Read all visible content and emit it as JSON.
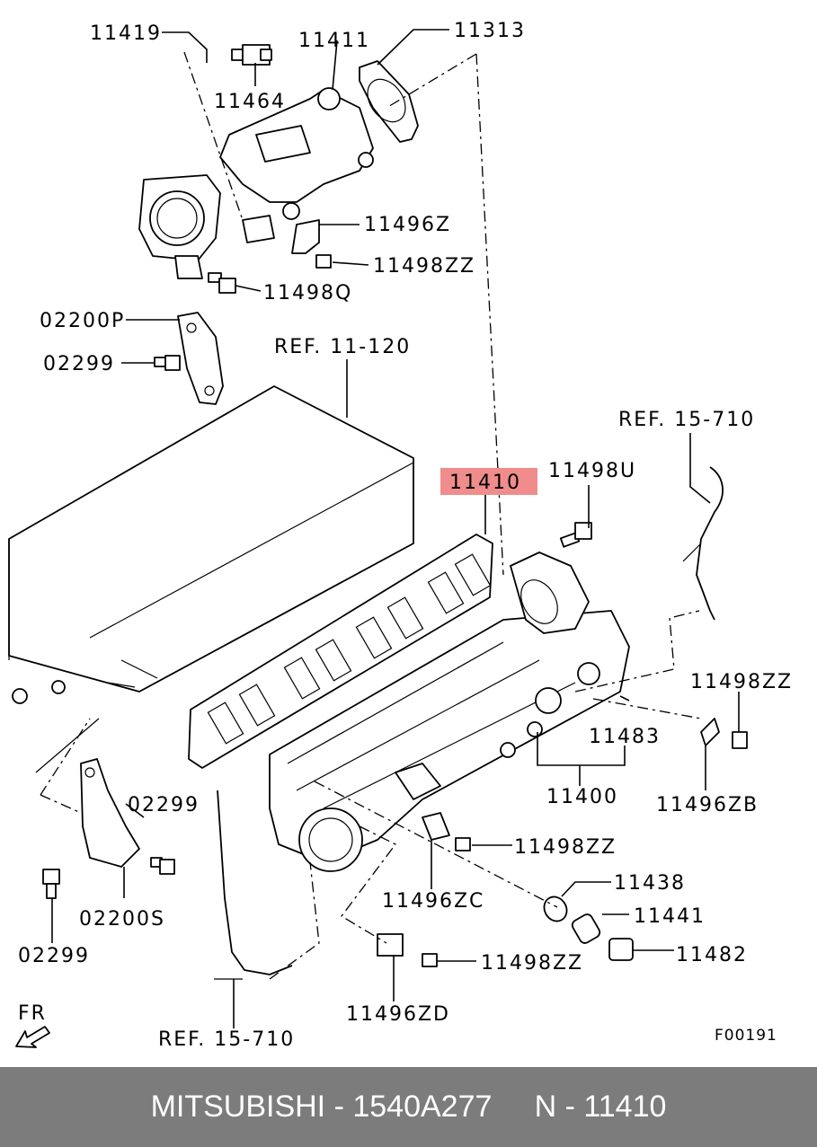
{
  "callouts": {
    "c11419": "11419",
    "c11411": "11411",
    "c11313": "11313",
    "c11464": "11464",
    "c11496Z": "11496Z",
    "c11498ZZ_a": "11498ZZ",
    "c11498Q": "11498Q",
    "c02200P": "02200P",
    "c02299_a": "02299",
    "ref11120": "REF. 11-120",
    "c11410": "11410",
    "c11498U": "11498U",
    "ref15710_a": "REF. 15-710",
    "c11498ZZ_b": "11498ZZ",
    "c11483": "11483",
    "c11400": "11400",
    "c11496ZB": "11496ZB",
    "c02299_b": "02299",
    "c11498ZZ_c": "11498ZZ",
    "c02200S": "02200S",
    "c11496ZC": "11496ZC",
    "c11438": "11438",
    "c11441": "11441",
    "c02299_c": "02299",
    "c11482": "11482",
    "c11498ZZ_d": "11498ZZ",
    "fr": "FR",
    "c11496ZD": "11496ZD",
    "ref15710_b": "REF. 15-710"
  },
  "figure_code": "F00191",
  "highlight_color": "#f08c8c",
  "footer": {
    "label": "MITSUBISHI - 1540A277     N - 11410",
    "background": "#7c7c7c"
  }
}
